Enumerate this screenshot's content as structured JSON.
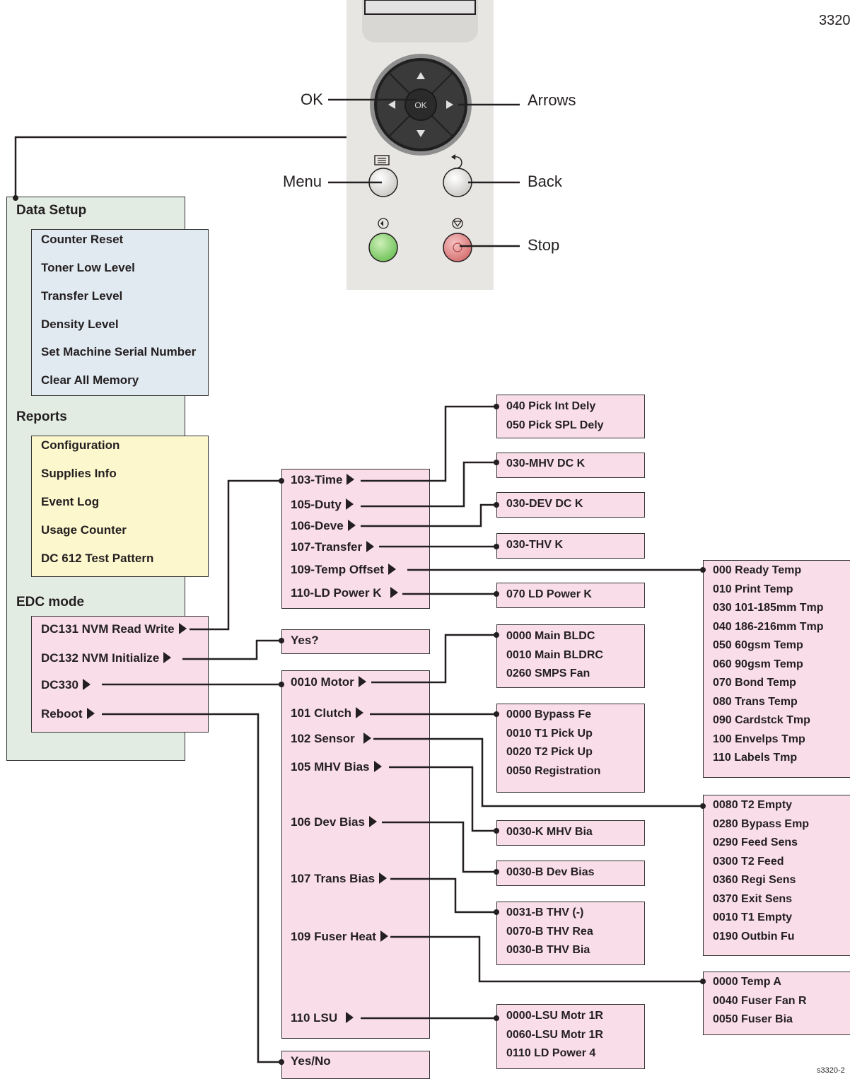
{
  "page_number": "3320",
  "figure_code": "s3320-2",
  "panel": {
    "callouts": {
      "ok": "OK",
      "arrows": "Arrows",
      "menu": "Menu",
      "back": "Back",
      "stop": "Stop"
    },
    "ok_key": "OK"
  },
  "menu": {
    "data_setup": {
      "title": "Data Setup",
      "items": [
        "Counter Reset",
        "Toner Low Level",
        "Transfer Level",
        "Density Level",
        "Set Machine Serial Number",
        "Clear All Memory"
      ]
    },
    "reports": {
      "title": "Reports",
      "items": [
        "Configuration",
        "Supplies Info",
        "Event Log",
        "Usage Counter",
        "DC 612 Test Pattern"
      ]
    },
    "edc_mode": {
      "title": "EDC mode",
      "items": [
        "DC131 NVM Read Write",
        "DC132 NVM Initialize",
        "DC330",
        "Reboot"
      ]
    }
  },
  "dc131": {
    "items": [
      "103-Time",
      "105-Duty",
      "106-Deve",
      "107-Transfer",
      "109-Temp Offset",
      "110-LD Power K"
    ]
  },
  "dc132": {
    "items": [
      "Yes?"
    ]
  },
  "reboot": {
    "items": [
      "Yes/No"
    ]
  },
  "dc330": {
    "items": [
      "0010 Motor",
      "101 Clutch",
      "102 Sensor",
      "105 MHV Bias",
      "106 Dev Bias",
      "107 Trans Bias",
      "109 Fuser Heat",
      "110 LSU"
    ]
  },
  "subs": {
    "time": [
      "040 Pick Int Dely",
      "050 Pick SPL Dely"
    ],
    "duty": [
      "030-MHV DC K"
    ],
    "deve": [
      "030-DEV DC K"
    ],
    "transfer": [
      "030-THV K"
    ],
    "ldpower": [
      "070 LD Power K"
    ],
    "temp_offset": [
      "000 Ready Temp",
      "010 Print Temp",
      "030 101-185mm Tmp",
      "040 186-216mm Tmp",
      "050 60gsm Temp",
      "060 90gsm Temp",
      "070 Bond Temp",
      "080 Trans Temp",
      "090 Cardstck Tmp",
      "100 Envelps Tmp",
      "110 Labels Tmp"
    ],
    "motor": [
      "0000 Main BLDC",
      "0010 Main BLDRC",
      "0260 SMPS  Fan"
    ],
    "clutch": [
      "0000 Bypass Fe",
      "0010 T1 Pick Up",
      "0020 T2 Pick Up",
      "0050 Registration"
    ],
    "sensor": [
      "0080 T2 Empty",
      "0280 Bypass Emp",
      "0290 Feed Sens",
      "0300 T2 Feed",
      "0360 Regi Sens",
      "0370 Exit Sens",
      "0010 T1 Empty",
      "0190 Outbin Fu"
    ],
    "mhv_bias": [
      "0030-K MHV Bia"
    ],
    "dev_bias": [
      "0030-B Dev Bias"
    ],
    "trans_bias": [
      "0031-B THV (-)",
      "0070-B THV Rea",
      "0030-B THV Bia"
    ],
    "fuser_heat": [
      "0000 Temp A",
      "0040 Fuser Fan R",
      "0050  Fuser Bia"
    ],
    "lsu": [
      "0000-LSU Motr 1R",
      "0060-LSU Motr 1R",
      "0110 LD Power 4"
    ]
  },
  "colors": {
    "pink": "#f9dde9",
    "blue": "#e1e9f1",
    "yellow": "#fdf7cd",
    "green": "#e3ece3",
    "panel": "#e8e6e2",
    "go_button": "#8fd27a",
    "stop_button": "#e08a8a",
    "line": "#231f20"
  }
}
